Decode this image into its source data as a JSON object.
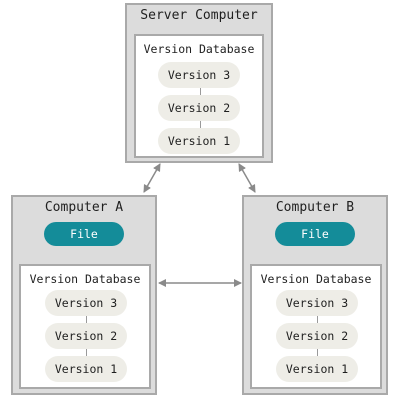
{
  "colors": {
    "machine_bg": "#dcdcdc",
    "machine_border": "#a9a9a9",
    "database_bg": "#ffffff",
    "version_pill": "#eeede7",
    "file_pill": "#148c99",
    "file_text": "#ffffff",
    "arrows": "#8a8a8a"
  },
  "server": {
    "title": "Server Computer",
    "database": {
      "title": "Version Database",
      "versions": [
        "Version 3",
        "Version 2",
        "Version 1"
      ]
    }
  },
  "computer_a": {
    "title": "Computer A",
    "file": "File",
    "database": {
      "title": "Version Database",
      "versions": [
        "Version 3",
        "Version 2",
        "Version 1"
      ]
    }
  },
  "computer_b": {
    "title": "Computer B",
    "file": "File",
    "database": {
      "title": "Version Database",
      "versions": [
        "Version 3",
        "Version 2",
        "Version 1"
      ]
    }
  }
}
